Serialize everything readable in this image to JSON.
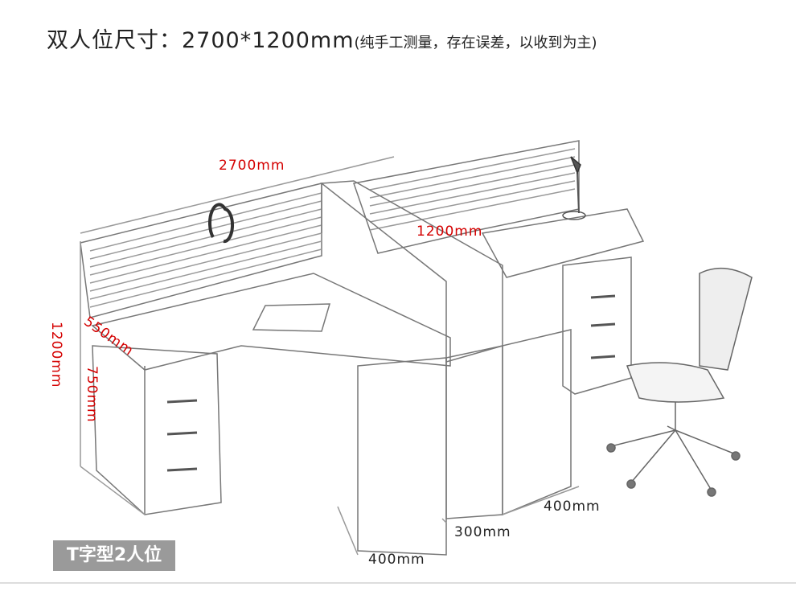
{
  "title": {
    "main": "双人位尺寸：2700*1200mm",
    "note": "(纯手工测量，存在误差，以收到为主)"
  },
  "dimensions": {
    "total_width": "2700mm",
    "depth": "1200mm",
    "shelf_depth": "550mm",
    "screen_height": "1200mm",
    "desk_height": "750mm",
    "bottom_left": "400mm",
    "bottom_middle": "300mm",
    "bottom_right": "400mm"
  },
  "badge": "T字型2人位"
}
